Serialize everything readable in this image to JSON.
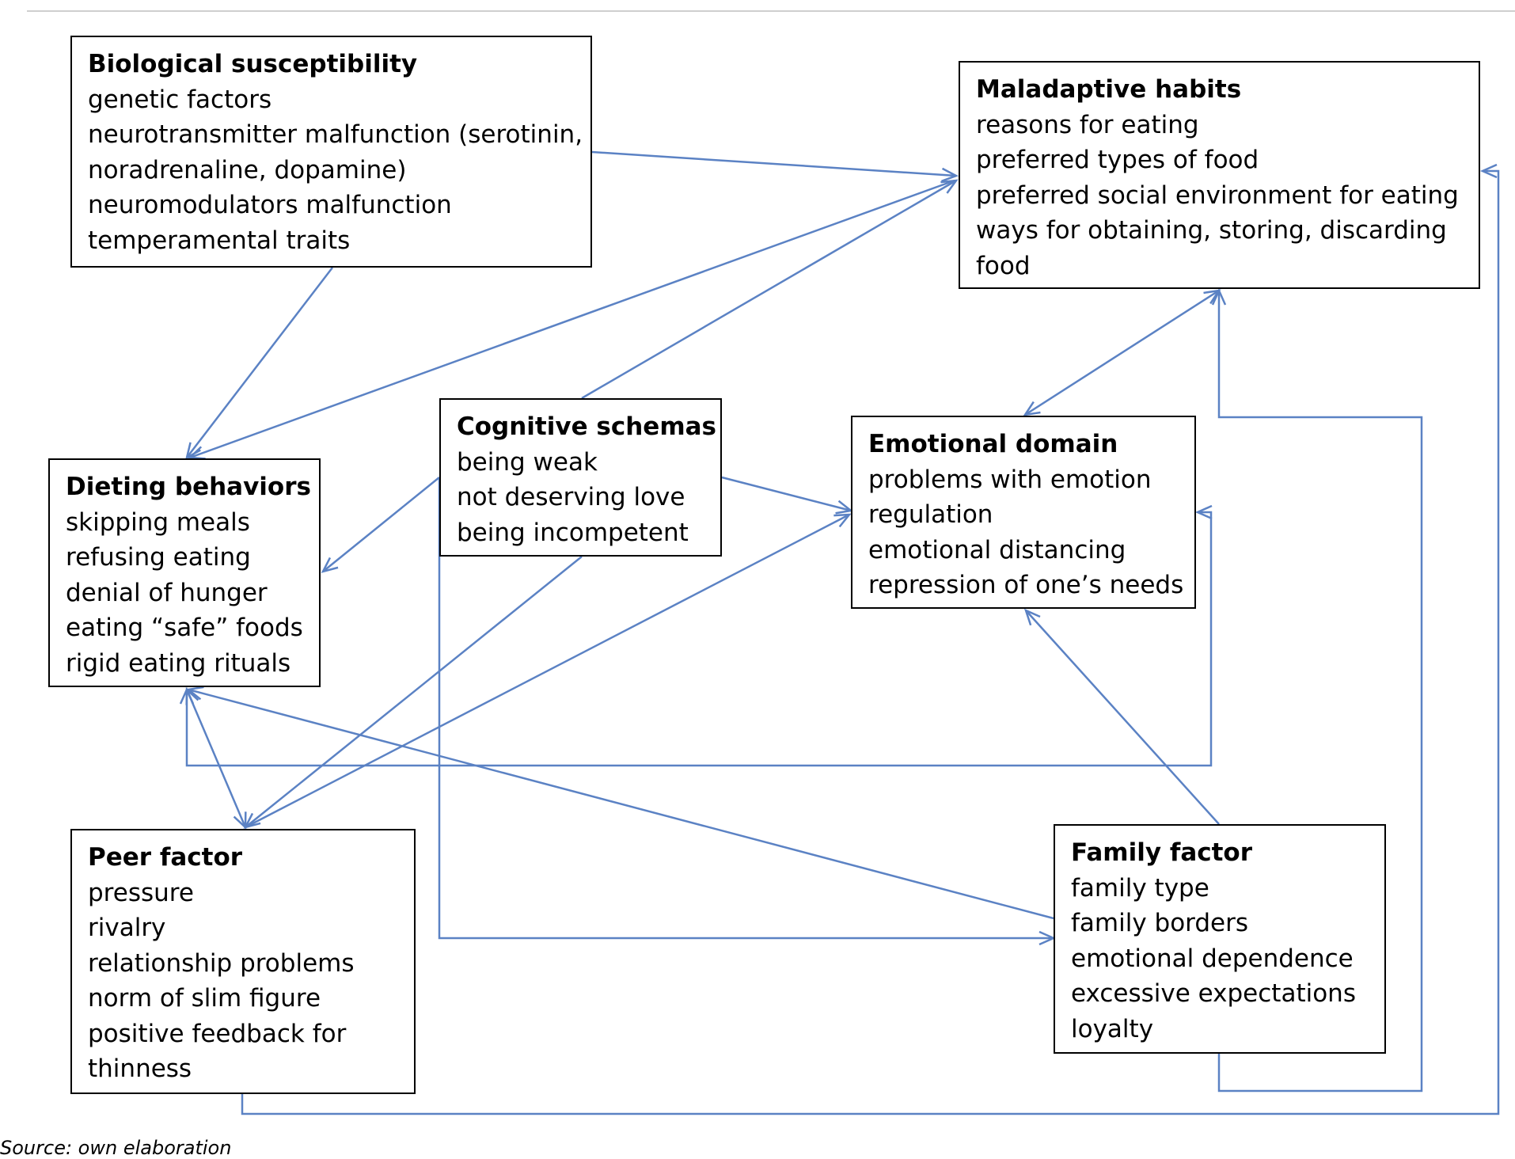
{
  "boxes": [
    {
      "id": "biological",
      "title": "Biological susceptibility",
      "lines": [
        "genetic factors",
        "neurotransmitter malfunction (serotinin,",
        "noradrenaline, dopamine)",
        "neuromodulators malfunction",
        "temperamental traits"
      ]
    },
    {
      "id": "maladaptive",
      "title": "Maladaptive habits",
      "lines": [
        "reasons for eating",
        "preferred types of food",
        "preferred social environment for eating",
        "ways for obtaining, storing, discarding",
        "food"
      ]
    },
    {
      "id": "cognitive",
      "title": "Cognitive schemas",
      "lines": [
        "being weak",
        "not deserving love",
        "being incompetent"
      ]
    },
    {
      "id": "emotional",
      "title": "Emotional domain",
      "lines": [
        "problems with emotion",
        "regulation",
        "emotional distancing",
        "repression of one’s needs"
      ]
    },
    {
      "id": "dieting",
      "title": "Dieting behaviors",
      "lines": [
        "skipping meals",
        "refusing eating",
        "denial of hunger",
        "eating “safe” foods",
        "rigid eating rituals"
      ]
    },
    {
      "id": "peer",
      "title": "Peer factor",
      "lines": [
        "pressure",
        "rivalry",
        "relationship problems",
        "norm of slim figure",
        "positive feedback for",
        "thinness"
      ]
    },
    {
      "id": "family",
      "title": "Family factor",
      "lines": [
        "family type",
        "family borders",
        "emotional dependence",
        "excessive expectations",
        "loyalty"
      ]
    }
  ],
  "connections": [
    {
      "from": "biological",
      "to": "maladaptive",
      "style": "single"
    },
    {
      "from": "biological",
      "to": "dieting",
      "style": "single"
    },
    {
      "from": "maladaptive",
      "to": "dieting",
      "style": "single"
    },
    {
      "from": "cognitive",
      "to": "maladaptive",
      "style": "single"
    },
    {
      "from": "cognitive",
      "to": "emotional",
      "style": "single"
    },
    {
      "from": "cognitive",
      "to": "dieting",
      "style": "single"
    },
    {
      "from": "cognitive",
      "to": "peer",
      "style": "single"
    },
    {
      "from": "cognitive",
      "to": "family",
      "style": "single"
    },
    {
      "from": "maladaptive",
      "to": "emotional",
      "style": "double"
    },
    {
      "from": "peer",
      "to": "emotional",
      "style": "single"
    },
    {
      "from": "peer",
      "to": "dieting",
      "style": "double"
    },
    {
      "from": "family",
      "to": "dieting",
      "style": "single"
    },
    {
      "from": "family",
      "to": "emotional",
      "style": "single"
    },
    {
      "from": "family",
      "to": "maladaptive",
      "style": "single"
    },
    {
      "from": "peer",
      "to": "maladaptive",
      "style": "single"
    },
    {
      "from": "dieting",
      "to": "emotional",
      "style": "double"
    }
  ],
  "colors": {
    "arrow": "#5b82c4",
    "box_border": "#000000",
    "text": "#000000",
    "rule": "#cfcfcf"
  },
  "source": "Source: own elaboration"
}
